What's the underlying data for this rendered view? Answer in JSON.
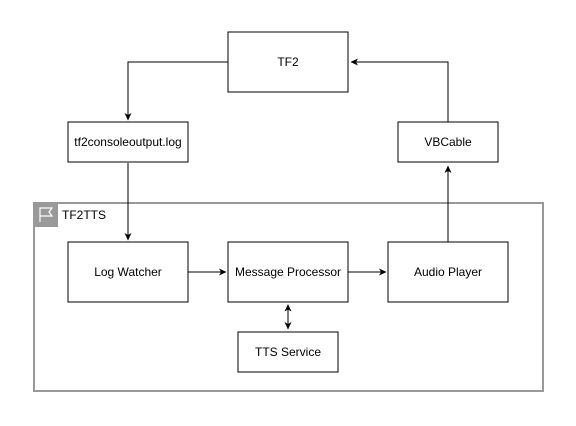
{
  "colors": {
    "group_border": "#999999",
    "group_icon_bg": "#999999",
    "node_border": "#000000",
    "edge": "#000000",
    "background": "#ffffff"
  },
  "group": {
    "label": "TF2TTS",
    "icon": "flag-icon"
  },
  "nodes": {
    "tf2": "TF2",
    "log_file": "tf2consoleoutput.log",
    "vbcable": "VBCable",
    "log_watcher": "Log Watcher",
    "message_processor": "Message Processor",
    "audio_player": "Audio Player",
    "tts_service": "TTS Service"
  }
}
